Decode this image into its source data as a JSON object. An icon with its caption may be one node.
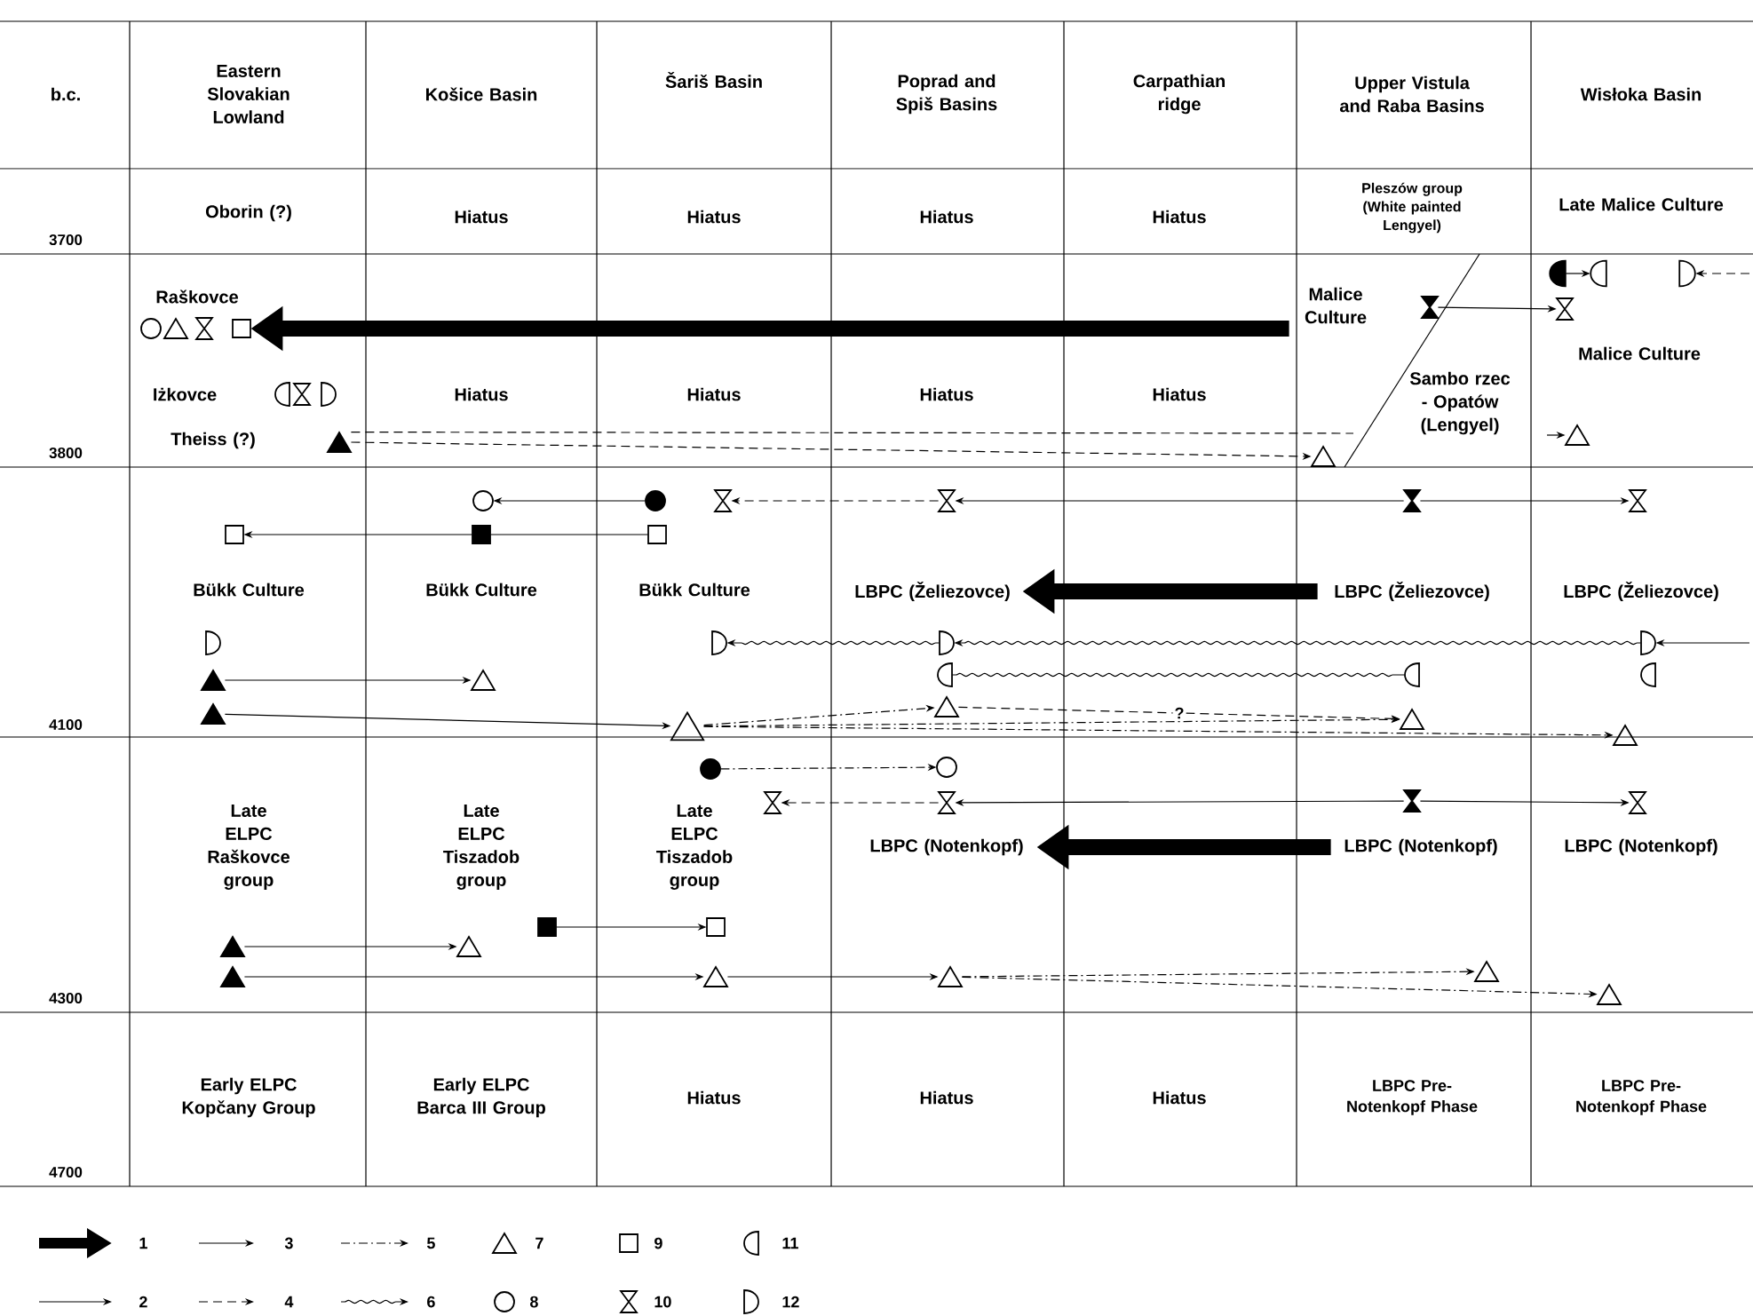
{
  "diagram": {
    "nodes": [
      {
        "text": [
          "b.c."
        ]
      },
      {
        "text": [
          "Eastern Slovakian Lowland"
        ]
      },
      {
        "text": [
          "Košice Basin"
        ]
      },
      {
        "text": [
          "Šariš Basin"
        ]
      },
      {
        "text": [
          "Poprad and Spiš Basins"
        ]
      },
      {
        "text": [
          "Carpathian ridge"
        ]
      },
      {
        "text": [
          "Upper Vistula and Raba Basins"
        ]
      },
      {
        "text": [
          "Wisłoka Basin"
        ]
      },
      {
        "text": [
          "Oborin (?)"
        ]
      },
      {
        "text": [
          "Hiatus"
        ]
      },
      {
        "text": [
          "Hiatus"
        ]
      },
      {
        "text": [
          "Hiatus"
        ]
      },
      {
        "text": [
          "Hiatus"
        ]
      },
      {
        "text": [
          "Pleszów group (White painted Lengyel)"
        ]
      },
      {
        "text": [
          "Late Malice Culture"
        ]
      },
      {
        "text": [
          "Raškovce"
        ]
      },
      {
        "text": [
          "Iżkovce"
        ]
      },
      {
        "text": [
          "Theiss (?)"
        ]
      },
      {
        "text": [
          "Hiatus"
        ]
      },
      {
        "text": [
          "Hiatus"
        ]
      },
      {
        "text": [
          "Hiatus"
        ]
      },
      {
        "text": [
          "Hiatus"
        ]
      },
      {
        "text": [
          "Malice Culture"
        ]
      },
      {
        "text": [
          "Sambo rzec - Opatów (Lengyel)"
        ]
      },
      {
        "text": [
          "Malice Culture"
        ]
      },
      {
        "text": [
          "Bükk Culture"
        ]
      },
      {
        "text": [
          "Bükk Culture"
        ]
      },
      {
        "text": [
          "Bükk Culture"
        ]
      },
      {
        "text": [
          "LBPC (Želiezovce)"
        ]
      },
      {
        "text": [
          "LBPC (Želiezovce)"
        ]
      },
      {
        "text": [
          "LBPC (Želiezovce)"
        ]
      },
      {
        "text": [
          "Late ELPC Raškovce group"
        ]
      },
      {
        "text": [
          "Late ELPC Tiszadob group"
        ]
      },
      {
        "text": [
          "Late ELPC Tiszadob group"
        ]
      },
      {
        "text": [
          "LBPC (Notenkopf)"
        ]
      },
      {
        "text": [
          "LBPC (Notenkopf)"
        ]
      },
      {
        "text": [
          "LBPC (Notenkopf)"
        ]
      },
      {
        "text": [
          "Early ELPC Kopčany Group"
        ]
      },
      {
        "text": [
          "Early ELPC Barca III Group"
        ]
      },
      {
        "text": [
          "Hiatus"
        ]
      },
      {
        "text": [
          "Hiatus"
        ]
      },
      {
        "text": [
          "Hiatus"
        ]
      },
      {
        "text": [
          "LBPC Pre-Notenkopf Phase"
        ]
      },
      {
        "text": [
          "LBPC Pre-Notenkopf Phase"
        ]
      },
      {
        "text": [],
        "shape": "circle"
      },
      {
        "text": [],
        "shape": "triangle"
      },
      {
        "text": [],
        "shape": "hourglass"
      },
      {
        "text": [],
        "shape": "box"
      },
      {
        "text": [],
        "shape": "semicircle-left"
      },
      {
        "text": [],
        "shape": "hourglass"
      },
      {
        "text": [],
        "shape": "semicircle-right"
      },
      {
        "text": [],
        "shape": "filled-triangle"
      },
      {
        "text": [],
        "shape": "triangle"
      },
      {
        "text": [],
        "shape": "filled-semicircle-left"
      },
      {
        "text": [],
        "shape": "semicircle-left"
      },
      {
        "text": [],
        "shape": "semicircle-right"
      },
      {
        "text": [],
        "shape": "filled-hourglass"
      },
      {
        "text": [],
        "shape": "hourglass"
      },
      {
        "text": [],
        "shape": "triangle"
      },
      {
        "text": [],
        "shape": "circle"
      },
      {
        "text": [],
        "shape": "filled-circle"
      },
      {
        "text": [],
        "shape": "hourglass"
      },
      {
        "text": [],
        "shape": "hourglass"
      },
      {
        "text": [],
        "shape": "filled-hourglass"
      },
      {
        "text": [],
        "shape": "hourglass"
      },
      {
        "text": [],
        "shape": "box"
      },
      {
        "text": [],
        "shape": "filled-box"
      },
      {
        "text": [],
        "shape": "box"
      },
      {
        "text": [],
        "shape": "semicircle-right"
      },
      {
        "text": [],
        "shape": "semicircle-right"
      },
      {
        "text": [],
        "shape": "semicircle-right"
      },
      {
        "text": [],
        "shape": "semicircle-right"
      },
      {
        "text": [],
        "shape": "semicircle-left"
      },
      {
        "text": [],
        "shape": "semicircle-left"
      },
      {
        "text": [],
        "shape": "semicircle-left"
      },
      {
        "text": [],
        "shape": "filled-triangle"
      },
      {
        "text": [],
        "shape": "triangle"
      },
      {
        "text": [],
        "shape": "filled-triangle"
      },
      {
        "text": [],
        "shape": "triangle"
      },
      {
        "text": [],
        "shape": "triangle"
      },
      {
        "text": [],
        "shape": "triangle"
      },
      {
        "text": [],
        "shape": "triangle"
      },
      {
        "text": [],
        "shape": "filled-circle"
      },
      {
        "text": [],
        "shape": "circle"
      },
      {
        "text": [],
        "shape": "hourglass"
      },
      {
        "text": [],
        "shape": "hourglass"
      },
      {
        "text": [],
        "shape": "filled-hourglass"
      },
      {
        "text": [],
        "shape": "hourglass"
      },
      {
        "text": [],
        "shape": "filled-triangle"
      },
      {
        "text": [],
        "shape": "triangle"
      },
      {
        "text": [],
        "shape": "filled-box"
      },
      {
        "text": [],
        "shape": "box"
      },
      {
        "text": [],
        "shape": "filled-triangle"
      },
      {
        "text": [],
        "shape": "triangle"
      },
      {
        "text": [],
        "shape": "triangle"
      },
      {
        "text": [],
        "shape": "triangle"
      },
      {
        "text": [],
        "shape": "triangle"
      }
    ],
    "edges": [
      {
        "from": 22,
        "to": 47,
        "arrow": "to",
        "style": "thick"
      },
      {
        "from": 53,
        "to": 54,
        "arrow": "to"
      },
      {
        "from": 56,
        "to": 57,
        "arrow": "to"
      },
      {
        "from": null,
        "to": 55,
        "arrow": "to",
        "style": "dashed"
      },
      {
        "from": 51,
        "to": 52,
        "arrow": "to",
        "style": "dashed"
      },
      {
        "from": 51,
        "to": null,
        "arrow": "none",
        "style": "dashed"
      },
      {
        "from": null,
        "to": 58,
        "arrow": "to"
      },
      {
        "from": 60,
        "to": 59,
        "arrow": "to"
      },
      {
        "from": 67,
        "to": 66,
        "arrow": "none"
      },
      {
        "from": 66,
        "to": 65,
        "arrow": "to"
      },
      {
        "from": 62,
        "to": 61,
        "arrow": "to",
        "style": "dashed"
      },
      {
        "from": 63,
        "to": 62,
        "arrow": "to"
      },
      {
        "from": 63,
        "to": 64,
        "arrow": "to"
      },
      {
        "from": 29,
        "to": 28,
        "arrow": "to",
        "style": "thick"
      },
      {
        "from": 70,
        "to": 69,
        "arrow": "to"
      },
      {
        "from": 71,
        "to": 70,
        "arrow": "to"
      },
      {
        "from": null,
        "to": 71,
        "arrow": "to"
      },
      {
        "from": 72,
        "to": 73,
        "arrow": "none"
      },
      {
        "from": 78,
        "to": 79,
        "arrow": "to",
        "style": "dashed"
      },
      {
        "from": 78,
        "to": 80,
        "arrow": "to",
        "style": "dashed"
      },
      {
        "from": 78,
        "to": 81,
        "arrow": "to",
        "style": "dashed"
      },
      {
        "from": 79,
        "to": 80,
        "arrow": "to",
        "style": "dashed",
        "label": "?"
      },
      {
        "from": 75,
        "to": 76,
        "arrow": "to"
      },
      {
        "from": 77,
        "to": 78,
        "arrow": "to"
      },
      {
        "from": 82,
        "to": 83,
        "arrow": "to",
        "style": "dashed"
      },
      {
        "from": 85,
        "to": 84,
        "arrow": "to",
        "style": "dashed"
      },
      {
        "from": 86,
        "to": 85,
        "arrow": "to"
      },
      {
        "from": 86,
        "to": 87,
        "arrow": "to"
      },
      {
        "from": 35,
        "to": 34,
        "arrow": "to",
        "style": "thick"
      },
      {
        "from": 88,
        "to": 89,
        "arrow": "to"
      },
      {
        "from": 90,
        "to": 91,
        "arrow": "to"
      },
      {
        "from": 92,
        "to": 93,
        "arrow": "to"
      },
      {
        "from": 93,
        "to": 94,
        "arrow": "to"
      },
      {
        "from": 94,
        "to": 95,
        "arrow": "to",
        "style": "dashed"
      },
      {
        "from": 94,
        "to": 96,
        "arrow": "to",
        "style": "dashed"
      }
    ],
    "labels": [
      "3700",
      "3800",
      "4100",
      "4300",
      "4700"
    ],
    "legend": [
      {
        "text": "1"
      },
      {
        "text": "3"
      },
      {
        "text": "5"
      },
      {
        "text": "7"
      },
      {
        "text": "9"
      },
      {
        "text": "11"
      },
      {
        "text": "2"
      },
      {
        "text": "4"
      },
      {
        "text": "6"
      },
      {
        "text": "8"
      },
      {
        "text": "10"
      },
      {
        "text": "12"
      }
    ]
  }
}
